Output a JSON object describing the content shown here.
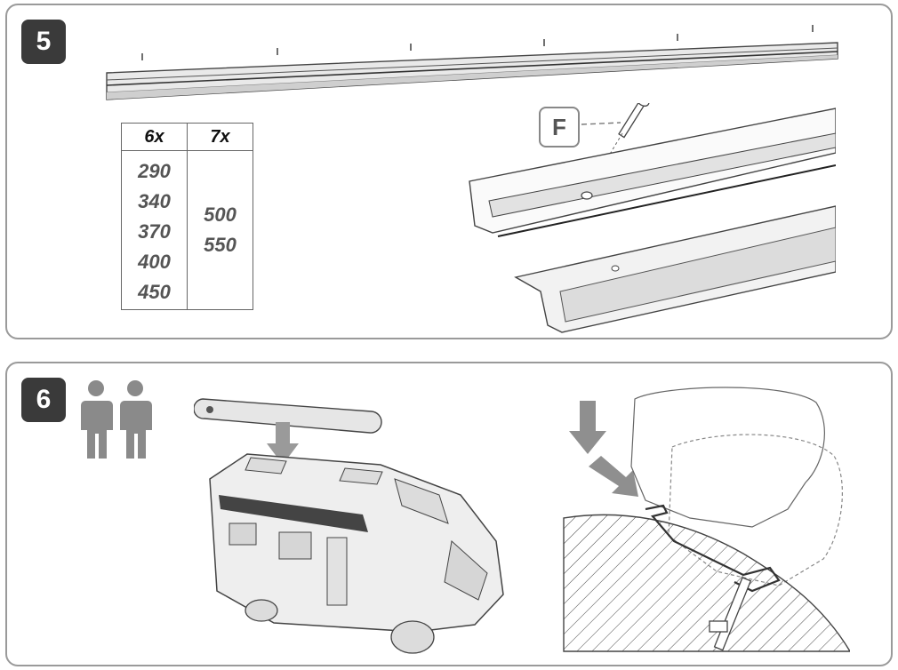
{
  "step5": {
    "number": "5",
    "table": {
      "headers": [
        "6x",
        "7x"
      ],
      "col_6x": [
        "290",
        "340",
        "370",
        "400",
        "450"
      ],
      "col_7x": [
        "500",
        "550"
      ]
    },
    "part_label": "F",
    "icons": [
      "rail-icon",
      "screw-icon",
      "rail-closeup-icon"
    ]
  },
  "step6": {
    "number": "6",
    "icons": [
      "two-persons-icon",
      "camper-van-icon",
      "awning-icon",
      "down-arrow-icon",
      "mount-detail-icon"
    ]
  }
}
